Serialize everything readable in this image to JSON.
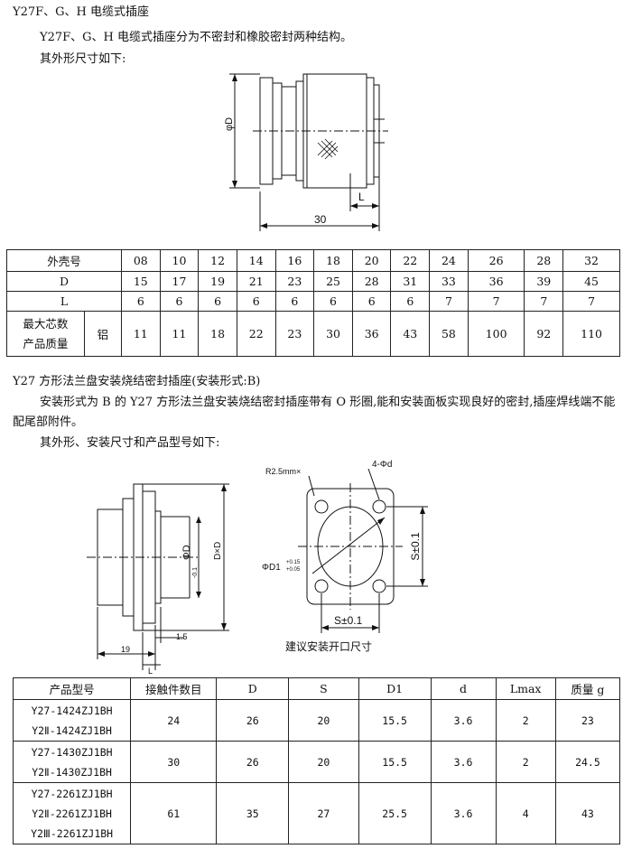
{
  "section1": {
    "heading": "Y27F、G、H 电缆式插座",
    "line1": "Y27F、G、H 电缆式插座分为不密封和橡胶密封两种结构。",
    "line2": "其外形尺寸如下:",
    "drawing": {
      "dia_label": "φD",
      "l_label": "L",
      "len_label": "30"
    }
  },
  "table1": {
    "row_headers": [
      "外壳号",
      "D",
      "L"
    ],
    "mass_header": [
      "最大芯数",
      "产品质量"
    ],
    "material": "铝",
    "shell": [
      "08",
      "10",
      "12",
      "14",
      "16",
      "18",
      "20",
      "22",
      "24",
      "26",
      "28",
      "32"
    ],
    "D": [
      "15",
      "17",
      "19",
      "21",
      "23",
      "25",
      "28",
      "31",
      "33",
      "36",
      "39",
      "45"
    ],
    "L": [
      "6",
      "6",
      "6",
      "6",
      "6",
      "6",
      "6",
      "6",
      "7",
      "7",
      "7",
      "7"
    ],
    "mass": [
      "11",
      "11",
      "18",
      "22",
      "23",
      "30",
      "36",
      "43",
      "58",
      "100",
      "92",
      "110"
    ]
  },
  "section2": {
    "heading": "Y27 方形法兰盘安装烧结密封插座(安装形式:B)",
    "para": "安装形式为 B 的 Y27 方形法兰盘安装烧结密封插座带有 O 形圈,能和安装面板实现良好的密封,插座焊线端不能配尾部附件。",
    "line2": "其外形、安装尺寸和产品型号如下:",
    "drawing": {
      "dia_label": "ΦD",
      "dia_tol": "-0.1",
      "dxd_label": "D×D",
      "dim19": "19",
      "dim15": "1.5",
      "l_label": "L",
      "r_label": "R2.5mm×",
      "holes_label": "4-Φd",
      "d1_label": "ΦD1",
      "d1_tol_up": "+0.15",
      "d1_tol_dn": "+0.05",
      "s_v": "S±0.1",
      "s_h": "S±0.1",
      "caption": "建议安装开口尺寸"
    }
  },
  "table2": {
    "headers": [
      "产品型号",
      "接触件数目",
      "D",
      "S",
      "D1",
      "d",
      "Lmax",
      "质量 g"
    ],
    "rows": [
      {
        "models": [
          "Y27-1424ZJ1BH",
          "Y2Ⅱ-1424ZJ1BH"
        ],
        "values": [
          "24",
          "26",
          "20",
          "15.5",
          "3.6",
          "2",
          "23"
        ]
      },
      {
        "models": [
          "Y27-1430ZJ1BH",
          "Y2Ⅱ-1430ZJ1BH"
        ],
        "values": [
          "30",
          "26",
          "20",
          "15.5",
          "3.6",
          "2",
          "24.5"
        ]
      },
      {
        "models": [
          "Y27-2261ZJ1BH",
          "Y2Ⅱ-2261ZJ1BH",
          "Y2Ⅲ-2261ZJ1BH"
        ],
        "values": [
          "61",
          "35",
          "27",
          "25.5",
          "3.6",
          "4",
          "43"
        ]
      }
    ]
  }
}
